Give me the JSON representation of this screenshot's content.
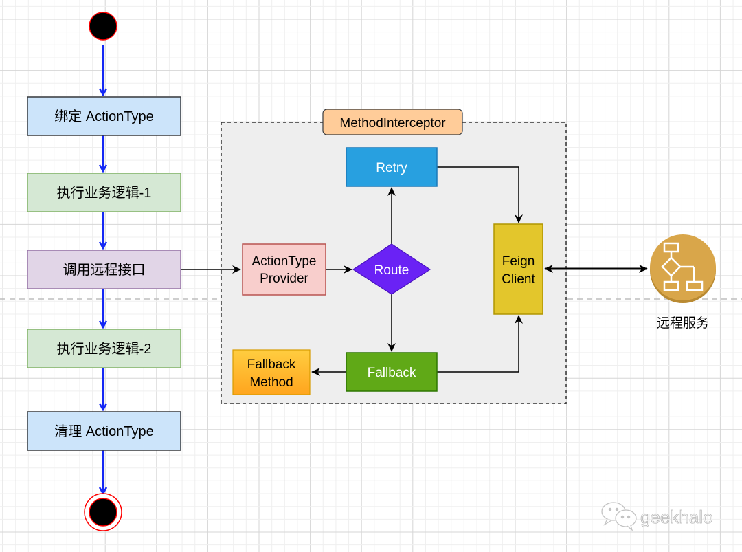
{
  "diagram": {
    "colors": {
      "flow_arrow": "#1428F5",
      "connector": "#000000",
      "start_end_fill": "#000000",
      "start_end_stroke": "#FF0000",
      "interceptor_bg": "#EEEEEE",
      "interceptor_label_fill": "#FFCC99",
      "service_icon": "#D9A64A"
    },
    "flow": {
      "start": "start-node",
      "steps": [
        {
          "id": "bind",
          "label": "绑定 ActionType",
          "fill": "#CCE4FA",
          "stroke": "#36393D"
        },
        {
          "id": "biz1",
          "label": "执行业务逻辑-1",
          "fill": "#D5E8D4",
          "stroke": "#82B366"
        },
        {
          "id": "call",
          "label": "调用远程接口",
          "fill": "#E1D5E7",
          "stroke": "#9673A6"
        },
        {
          "id": "biz2",
          "label": "执行业务逻辑-2",
          "fill": "#D5E8D4",
          "stroke": "#82B366"
        },
        {
          "id": "clear",
          "label": "清理 ActionType",
          "fill": "#CCE4FA",
          "stroke": "#36393D"
        }
      ],
      "end": "end-node"
    },
    "interceptor": {
      "label": "MethodInterceptor",
      "provider": {
        "line1": "ActionType",
        "line2": "Provider",
        "fill": "#F8CECC",
        "stroke": "#B85450"
      },
      "route": {
        "label": "Route",
        "fill": "#6A22F5",
        "stroke": "#4A12C0"
      },
      "retry": {
        "label": "Retry",
        "fill": "#28A0E0",
        "stroke": "#1A78B8"
      },
      "fallback": {
        "label": "Fallback",
        "fill": "#60A917",
        "stroke": "#2D7600"
      },
      "fallback_method": {
        "line1": "Fallback",
        "line2": "Method",
        "fill": "#FFB833",
        "stroke": "#D79B00"
      },
      "feign": {
        "line1": "Feign",
        "line2": "Client",
        "fill": "#E3C62C",
        "stroke": "#B09500"
      }
    },
    "remote_service": {
      "label": "远程服务"
    },
    "edges": [
      {
        "from": "start",
        "to": "bind"
      },
      {
        "from": "bind",
        "to": "biz1"
      },
      {
        "from": "biz1",
        "to": "call"
      },
      {
        "from": "call",
        "to": "biz2"
      },
      {
        "from": "biz2",
        "to": "clear"
      },
      {
        "from": "clear",
        "to": "end"
      },
      {
        "from": "call",
        "to": "provider"
      },
      {
        "from": "provider",
        "to": "route"
      },
      {
        "from": "route",
        "to": "retry"
      },
      {
        "from": "route",
        "to": "fallback"
      },
      {
        "from": "retry",
        "to": "feign"
      },
      {
        "from": "fallback",
        "to": "feign"
      },
      {
        "from": "fallback",
        "to": "fallback_method"
      },
      {
        "from": "feign",
        "to": "remote_service",
        "bidirectional": true
      }
    ]
  },
  "watermark": {
    "text": "geekhalo"
  }
}
